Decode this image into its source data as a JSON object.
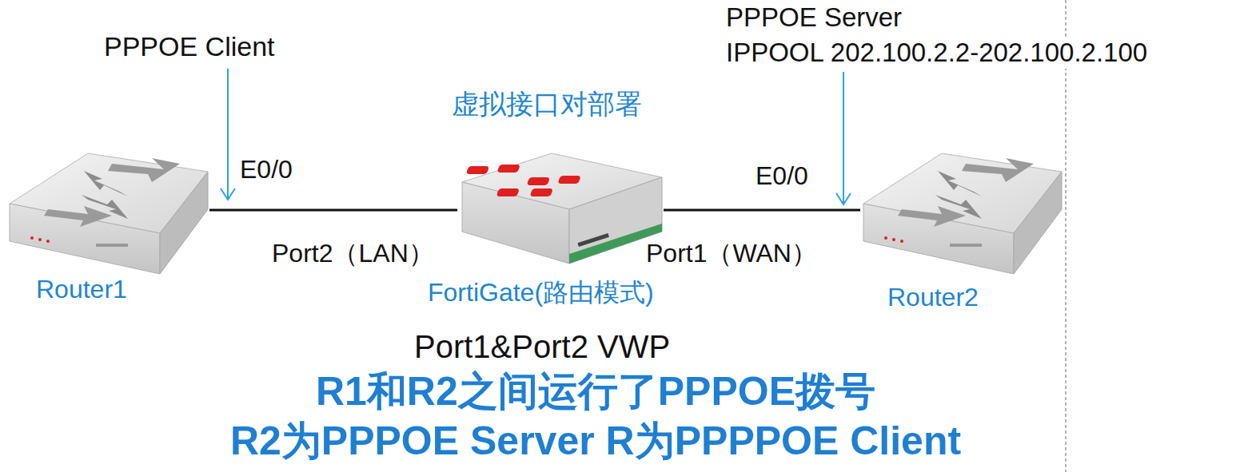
{
  "diagram": {
    "nodes": [
      {
        "text": [
          "Router1"
        ]
      },
      {
        "text": [
          "FortiGate(路由模式)"
        ]
      },
      {
        "text": [
          "Router2"
        ]
      }
    ],
    "edges": [
      {
        "from": 0,
        "to": 1,
        "arrow": "none"
      },
      {
        "from": 1,
        "to": 2,
        "arrow": "none"
      }
    ],
    "labels": [
      "PPPOE Client",
      "E0/0",
      "PPPOE Server",
      "IPPOOL 202.100.2.2-202.100.2.100",
      "虚拟接口对部署",
      "E0/0",
      "Port2（LAN）",
      "Port1（WAN）",
      "Port1&Port2 VWP",
      "R1和R2之间运行了PPPOE拨号",
      "R2为PPPOE Server R为PPPPOE Client"
    ]
  }
}
